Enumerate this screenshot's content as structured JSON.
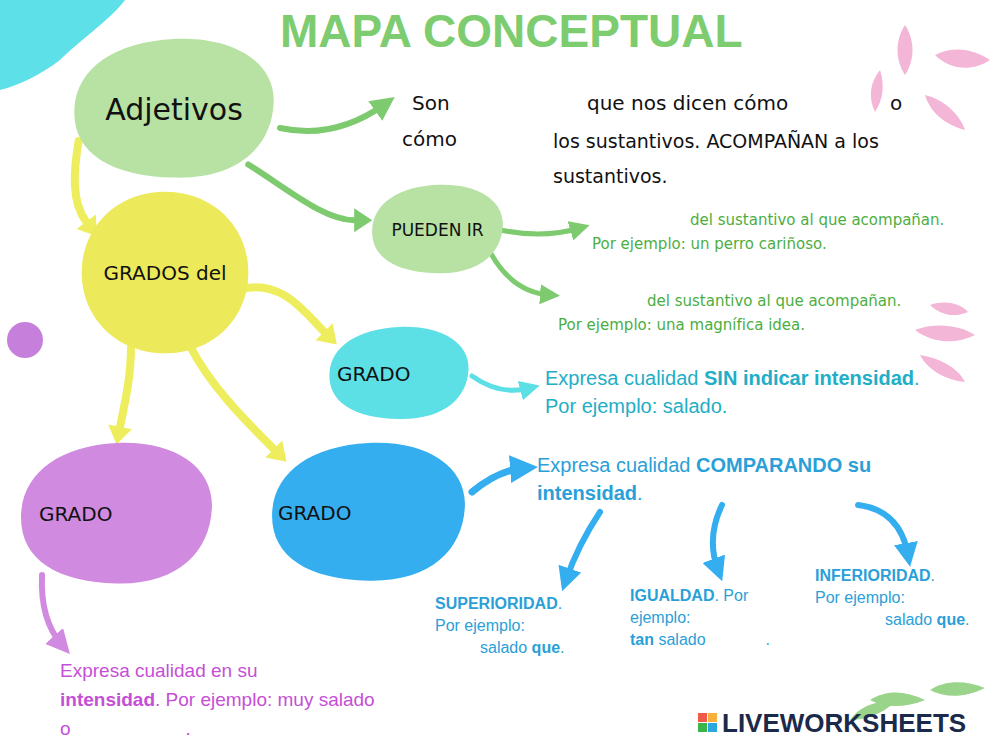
{
  "diagram": {
    "title": "MAPA CONCEPTUAL",
    "nodes": [
      {
        "text": [
          "Adjetivos"
        ]
      },
      {
        "text": [
          "PUEDEN IR"
        ]
      },
      {
        "text": [
          "GRADOS del"
        ]
      },
      {
        "text": [
          "GRADO"
        ]
      },
      {
        "text": [
          "GRADO"
        ]
      },
      {
        "text": [
          "GRADO"
        ]
      }
    ],
    "edges": [
      {
        "from": 0,
        "to": 1,
        "arrow": "to"
      },
      {
        "from": 0,
        "to": 2,
        "arrow": "to"
      },
      {
        "from": 2,
        "to": 3,
        "arrow": "to"
      },
      {
        "from": 2,
        "to": 4,
        "arrow": "to"
      },
      {
        "from": 2,
        "to": 5,
        "arrow": "to"
      }
    ],
    "labels": [
      "Son",
      "que nos dicen cómo",
      "o",
      "cómo",
      "los sustantivos. ACOMPAÑAN a los sustantivos.",
      "del sustantivo al que acompañan.",
      "Por ejemplo: un perro cariñoso.",
      "del sustantivo al que acompañan.",
      "Por ejemplo: una magnífica idea.",
      "Expresa cualidad",
      "SIN indicar intensidad",
      ". Por ejemplo: salado.",
      "Expresa cualidad",
      "COMPARANDO su intensidad",
      ".",
      "SUPERIORIDAD",
      ".",
      "Por ejemplo:",
      "salado",
      "que",
      ".",
      "IGUALDAD",
      ". Por ejemplo:",
      "tan",
      "salado",
      ".",
      "INFERIORIDAD",
      ".",
      "Por ejemplo:",
      "salado",
      "que",
      ".",
      "Expresa cualidad en su",
      "intensidad",
      ". Por ejemplo: muy salado",
      "o",
      ".",
      "LIVEWORKSHEETS"
    ]
  }
}
